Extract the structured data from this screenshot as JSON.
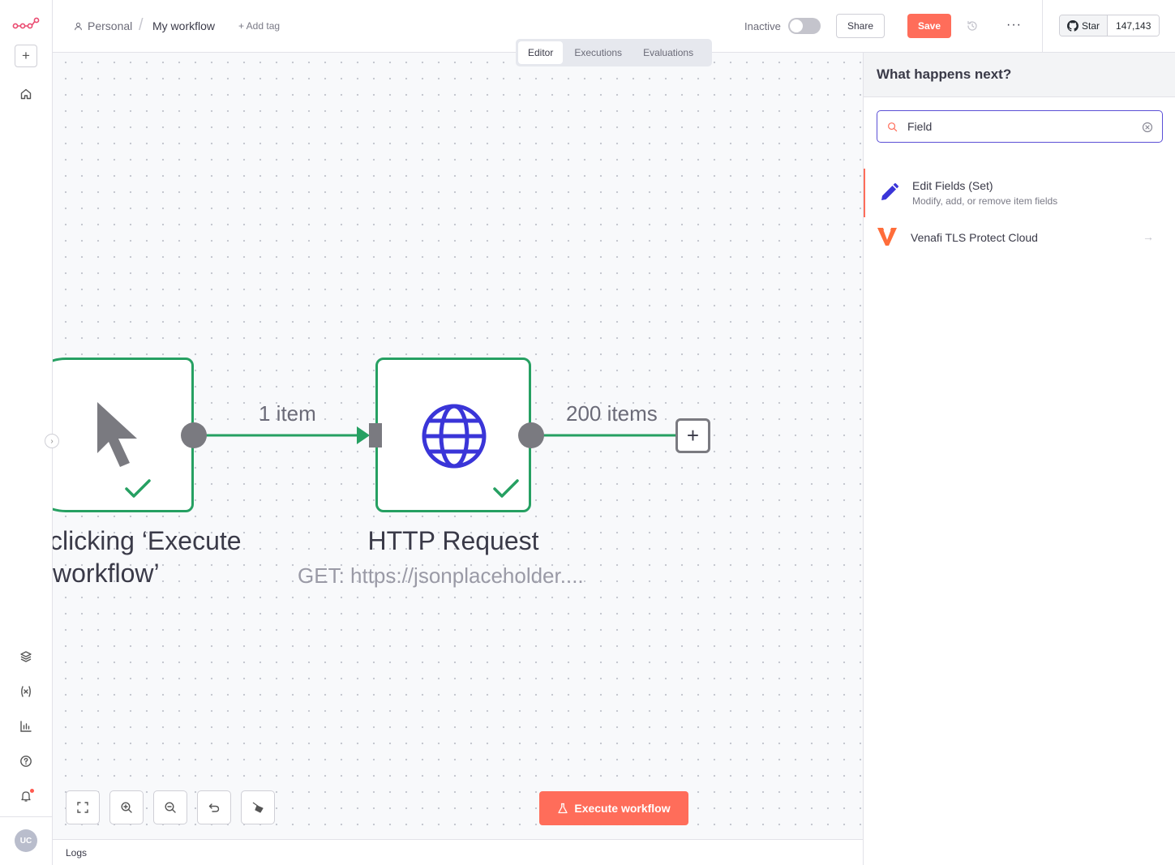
{
  "app": {
    "brand_colors": {
      "accent": "#ff6d5a",
      "success": "#26a062",
      "node_icon": "#3a35d8",
      "focus": "#5b4fd6"
    }
  },
  "sidebar": {
    "new_label": "+",
    "user_initials": "UC",
    "icons": [
      "logo-icon",
      "home-icon",
      "templates-icon",
      "variables-icon",
      "insights-icon",
      "help-icon",
      "bell-icon"
    ]
  },
  "header": {
    "breadcrumb_project": "Personal",
    "breadcrumb_separator": "/",
    "workflow_name": "My workflow",
    "add_tag": "+ Add tag",
    "status_label": "Inactive",
    "active": false,
    "share_label": "Share",
    "save_label": "Save",
    "more_label": "···",
    "github": {
      "star_label": "Star",
      "star_count": "147,143"
    }
  },
  "tabs": [
    {
      "label": "Editor",
      "active": true
    },
    {
      "label": "Executions",
      "active": false
    },
    {
      "label": "Evaluations",
      "active": false
    }
  ],
  "canvas": {
    "nodes": [
      {
        "title_line1": "clicking ‘Execute",
        "title_line2": "workflow’",
        "subtitle": "",
        "icon": "cursor-icon",
        "status": "success"
      },
      {
        "title_line1": "HTTP Request",
        "title_line2": "",
        "subtitle": "GET: https://jsonplaceholder....",
        "icon": "globe-icon",
        "status": "success"
      }
    ],
    "edges": [
      {
        "label": "1 item"
      },
      {
        "label": "200 items"
      }
    ],
    "add_node_label": "+",
    "execute_label": "Execute workflow",
    "logs_label": "Logs"
  },
  "panel": {
    "title": "What happens next?",
    "search_value": "Field",
    "results": [
      {
        "title": "Edit Fields (Set)",
        "description": "Modify, add, or remove item fields",
        "icon": "pencil-icon",
        "selected": true
      },
      {
        "title": "Venafi TLS Protect Cloud",
        "description": "",
        "icon": "venafi-icon",
        "selected": false,
        "arrow": "→"
      }
    ]
  }
}
